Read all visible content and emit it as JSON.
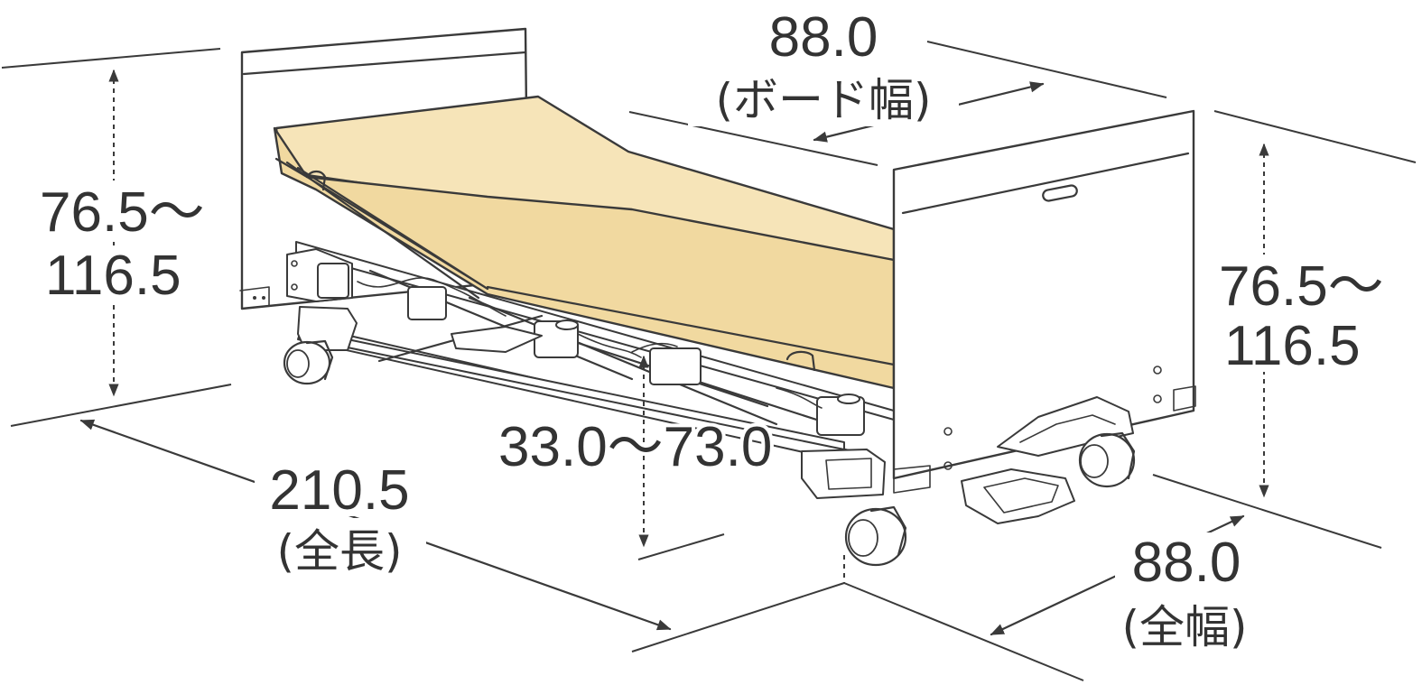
{
  "labels": {
    "board_width_value": "88.0",
    "board_width_caption": "(ボード幅)",
    "head_height_line1": "76.5～",
    "head_height_line2": "116.5",
    "foot_height_line1": "76.5～",
    "foot_height_line2": "116.5",
    "bed_height": "33.0～73.0",
    "overall_length_value": "210.5",
    "overall_length_caption": "(全長)",
    "overall_width_value": "88.0",
    "overall_width_caption": "(全幅)"
  },
  "colors": {
    "mattress": "#f6e4b8",
    "lines": "#3a3a3a",
    "text": "#333333"
  }
}
